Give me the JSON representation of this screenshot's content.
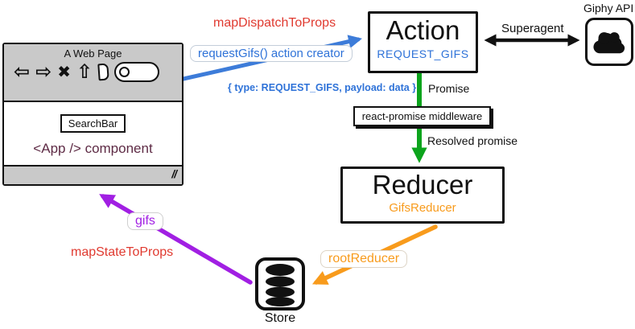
{
  "browser": {
    "title": "A Web Page",
    "searchbar": "SearchBar",
    "component": "<App /> component"
  },
  "action": {
    "title": "Action",
    "type_constant": "REQUEST_GIFS"
  },
  "giphy": {
    "label": "Giphy API"
  },
  "reducer": {
    "title": "Reducer",
    "subtitle": "GifsReducer"
  },
  "store": {
    "label": "Store"
  },
  "labels": {
    "map_dispatch_to_props": "mapDispatchToProps",
    "request_gifs_creator": "requestGifs() action creator",
    "action_payload": "{ type: REQUEST_GIFS, payload: data }",
    "superagent": "Superagent",
    "promise": "Promise",
    "middleware": "react-promise middleware",
    "resolved_promise": "Resolved promise",
    "root_reducer": "rootReducer",
    "gifs": "gifs",
    "map_state_to_props": "mapStateToProps"
  },
  "icons": {
    "back": "⇦",
    "forward": "⇨",
    "close": "✖",
    "home": "⇧",
    "resize_grip": "//"
  },
  "colors": {
    "arrow_blue": "#3d7cd9",
    "text_blue": "#2e72d8",
    "red": "#e03a30",
    "green": "#0ca41c",
    "orange": "#f89b1c",
    "purple": "#a11fe3",
    "maroon_text": "#5e2b45",
    "window_gray": "#c9c9c9",
    "black": "#111111"
  }
}
